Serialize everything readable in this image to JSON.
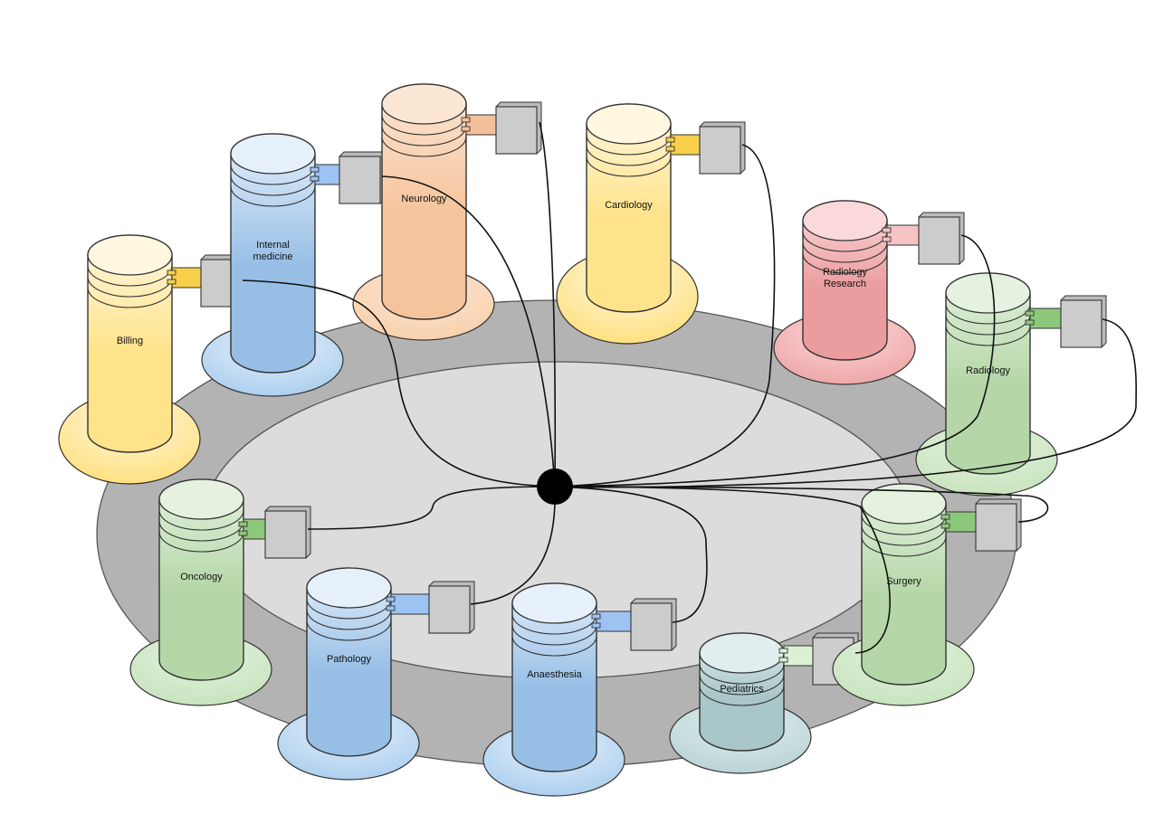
{
  "departments": [
    {
      "id": "billing",
      "label": "Billing",
      "color": "yellow"
    },
    {
      "id": "internal-medicine",
      "label": "Internal medicine",
      "color": "blue"
    },
    {
      "id": "neurology",
      "label": "Neurology",
      "color": "orange"
    },
    {
      "id": "cardiology",
      "label": "Cardiology",
      "color": "yellow"
    },
    {
      "id": "radiology-research",
      "label": "Radiology Research",
      "color": "red"
    },
    {
      "id": "radiology",
      "label": "Radiology",
      "color": "green"
    },
    {
      "id": "oncology",
      "label": "Oncology",
      "color": "green"
    },
    {
      "id": "pathology",
      "label": "Pathology",
      "color": "blue"
    },
    {
      "id": "anaesthesia",
      "label": "Anaesthesia",
      "color": "blue"
    },
    {
      "id": "pediatrics",
      "label": "Pediatrics",
      "color": "teal"
    },
    {
      "id": "surgery",
      "label": "Surgery",
      "color": "green"
    }
  ],
  "hub": {
    "name": "central-hub"
  },
  "palette": {
    "yellow": {
      "top": "#fff7e0",
      "bottom": "#ffe38a",
      "connector": "#f7cf4a",
      "base": "#ffdf7a"
    },
    "blue": {
      "top": "#e5f0fb",
      "bottom": "#97bfe6",
      "connector": "#9dc3f3",
      "base": "#a9cdee"
    },
    "orange": {
      "top": "#fce6d4",
      "bottom": "#f6c49c",
      "connector": "#f4c09b",
      "base": "#f8cfaa"
    },
    "red": {
      "top": "#fbd9da",
      "bottom": "#eb9c9e",
      "connector": "#f4c3c4",
      "base": "#eda3a5"
    },
    "green": {
      "top": "#e4f2df",
      "bottom": "#b5d7a8",
      "connector": "#8dc77c",
      "base": "#c6e3bc"
    },
    "teal": {
      "top": "#e0eeee",
      "bottom": "#a9c6c9",
      "connector": "#dcf0d4",
      "base": "#b8d2d4"
    },
    "ring_outer": "#b3b3b3",
    "ring_inner": "#dcdcdc",
    "box": "#cccccc",
    "line": "#111111"
  }
}
